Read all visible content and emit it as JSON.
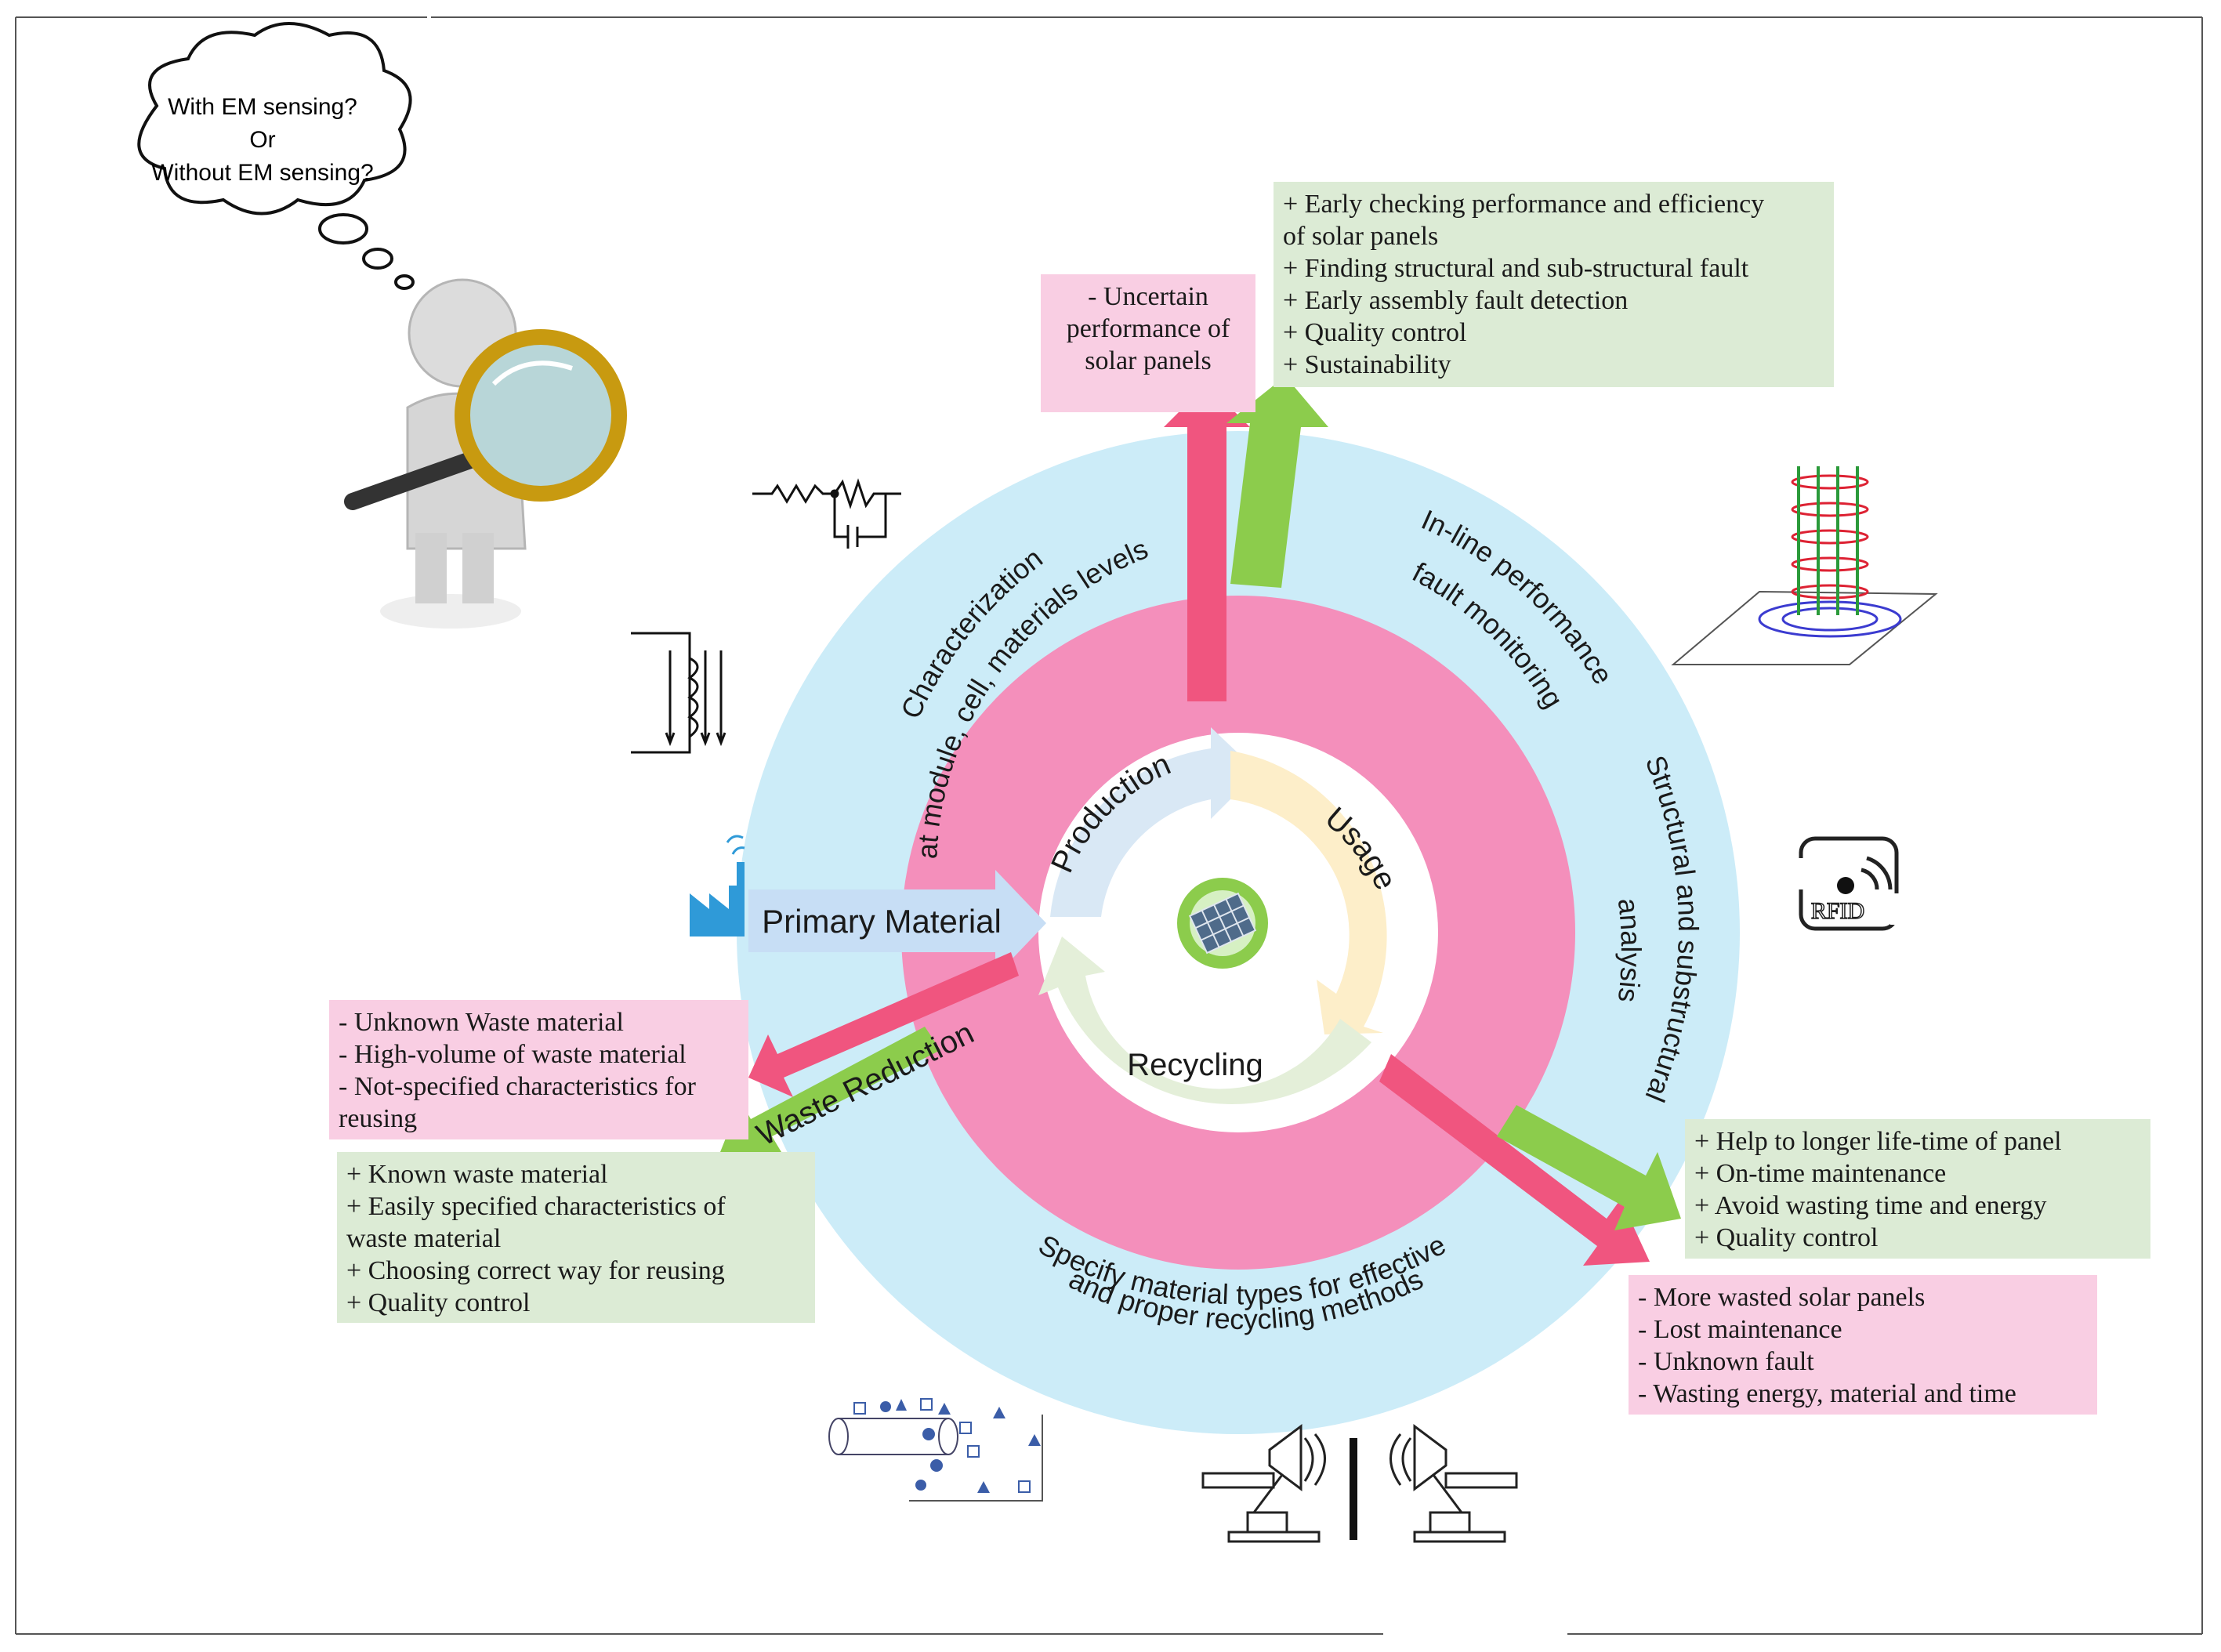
{
  "thought_bubble": {
    "line1": "With EM sensing?",
    "line2": "Or",
    "line3": "Without EM sensing?"
  },
  "cycle": {
    "production": "Production",
    "usage": "Usage",
    "recycling": "Recycling",
    "primary_material": "Primary Material",
    "waste_reduction": "Waste Reduction"
  },
  "ring": {
    "characterization": {
      "line1": "Characterization",
      "line2": "at module, cell, materials levels"
    },
    "inline": {
      "line1": "In-line performance",
      "line2": "fault monitoring"
    },
    "structural": {
      "line1": "Structural and substructural",
      "line2": "analysis"
    },
    "specify": {
      "line1": "Specify material types for effective",
      "line2": "and proper recycling methods"
    }
  },
  "production_cons": [
    "- Uncertain",
    "performance of",
    "solar panels"
  ],
  "production_pros": [
    "+ Early checking performance and efficiency",
    "of solar panels",
    "+ Finding structural and sub-structural fault",
    "+ Early assembly fault detection",
    "+ Quality control",
    "+ Sustainability"
  ],
  "waste_cons": [
    "- Unknown Waste material",
    "- High-volume of waste material",
    "- Not-specified characteristics for",
    "reusing"
  ],
  "waste_pros": [
    "+ Known waste material",
    "+ Easily specified characteristics of",
    "waste material",
    "+ Choosing correct way for reusing",
    "+ Quality control"
  ],
  "usage_pros": [
    "+ Help to longer life-time of panel",
    "+ On-time maintenance",
    "+ Avoid wasting time and energy",
    "+ Quality control"
  ],
  "usage_cons": [
    "- More wasted solar panels",
    "- Lost maintenance",
    "- Unknown fault",
    "- Wasting energy, material and time"
  ],
  "rfid_label": "RFID",
  "colors": {
    "outer_ring": "#ccecf8",
    "mid_ring": "#f48fbb",
    "pink_arrow": "#f0557f",
    "green_arrow": "#8ccc4c",
    "production_arrow": "#d9e8f5",
    "usage_arrow": "#fdeec9",
    "recycling_arrow": "#e4efd9",
    "pink_box": "#f9cee3",
    "green_box": "#dcebd5",
    "factory_icon": "#2f9ad8"
  },
  "icons": [
    "factory-icon",
    "recycle-solar-icon",
    "magnifier-figure-icon",
    "resistor-circuit-icon",
    "inductor-icon",
    "coil-sensor-icon",
    "rfid-icon",
    "particles-icon",
    "transducer-icon"
  ]
}
